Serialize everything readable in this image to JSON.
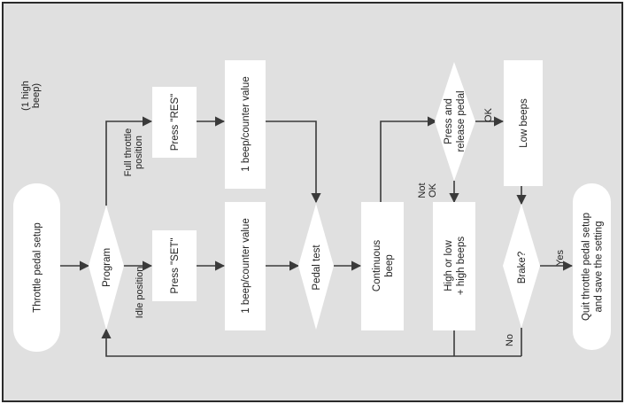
{
  "colors": {
    "background": "#e0e0e0",
    "border": "#2b2b2b",
    "shape_fill": "#ffffff",
    "line": "#3a3a3a",
    "text": "#222222"
  },
  "diagram": {
    "nodes": {
      "start": [
        "Throttle pedal setup"
      ],
      "program": [
        "Program"
      ],
      "press_set": [
        "Press \"SET\""
      ],
      "press_res": [
        "Press \"RES\""
      ],
      "counter_low": [
        "1 beep/counter value"
      ],
      "counter_high": [
        "1 beep/counter value"
      ],
      "pedal_test": [
        "Pedal test"
      ],
      "continuous": [
        "Continuous",
        "beep"
      ],
      "press_release": [
        "Press and",
        "release pedal"
      ],
      "high_low": [
        "High or low",
        "+ high beeps"
      ],
      "low_beeps": [
        "Low beeps"
      ],
      "brake": [
        "Brake?"
      ],
      "quit": [
        "Quit throttle pedal setup",
        "and save the setting"
      ]
    },
    "labels": {
      "idle": [
        "Idle position"
      ],
      "full": [
        "Full throttle",
        "position"
      ],
      "one_high": [
        "(1 high",
        "beep)"
      ],
      "not_ok": [
        "Not",
        "OK"
      ],
      "ok": [
        "OK"
      ],
      "yes": [
        "Yes"
      ],
      "no": [
        "No"
      ]
    }
  }
}
